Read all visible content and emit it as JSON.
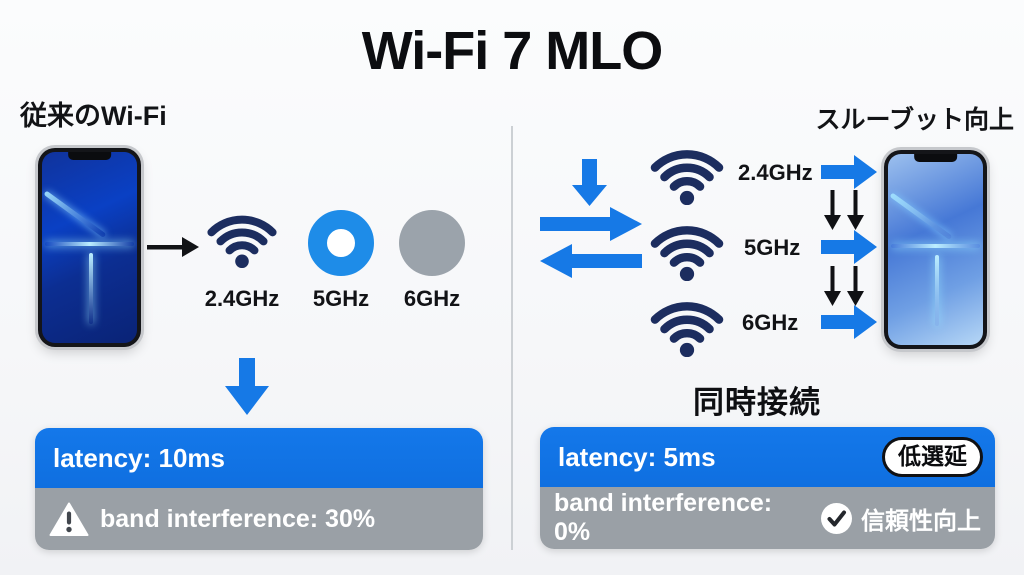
{
  "title": "Wi-Fi 7 MLO",
  "left_panel": {
    "header": "従来のWi-Fi",
    "bands": [
      {
        "label": "2.4GHz",
        "icon": "wifi-icon"
      },
      {
        "label": "5GHz",
        "icon": "ring-icon"
      },
      {
        "label": "6GHz",
        "icon": "gray-circle-icon"
      }
    ],
    "latency_text": "latency: 10ms",
    "interference_text": "band interference: 30%"
  },
  "right_panel": {
    "header": "スルーブット向上",
    "bands": [
      {
        "label": "2.4GHz",
        "icon": "wifi-icon"
      },
      {
        "label": "5GHz",
        "icon": "wifi-icon"
      },
      {
        "label": "6GHz",
        "icon": "wifi-icon"
      }
    ],
    "caption": "同時接続",
    "latency_text": "latency: 5ms",
    "latency_badge": "低選延",
    "interference_text": "band interference: 0%",
    "reliability_text": "信頼性向上"
  },
  "colors": {
    "accent_blue": "#1679e6",
    "wifi_navy": "#1c2d5f",
    "ring_blue": "#1e8ce8",
    "neutral_gray": "#9ba3ab",
    "bar_gray": "#9aa0a6"
  }
}
